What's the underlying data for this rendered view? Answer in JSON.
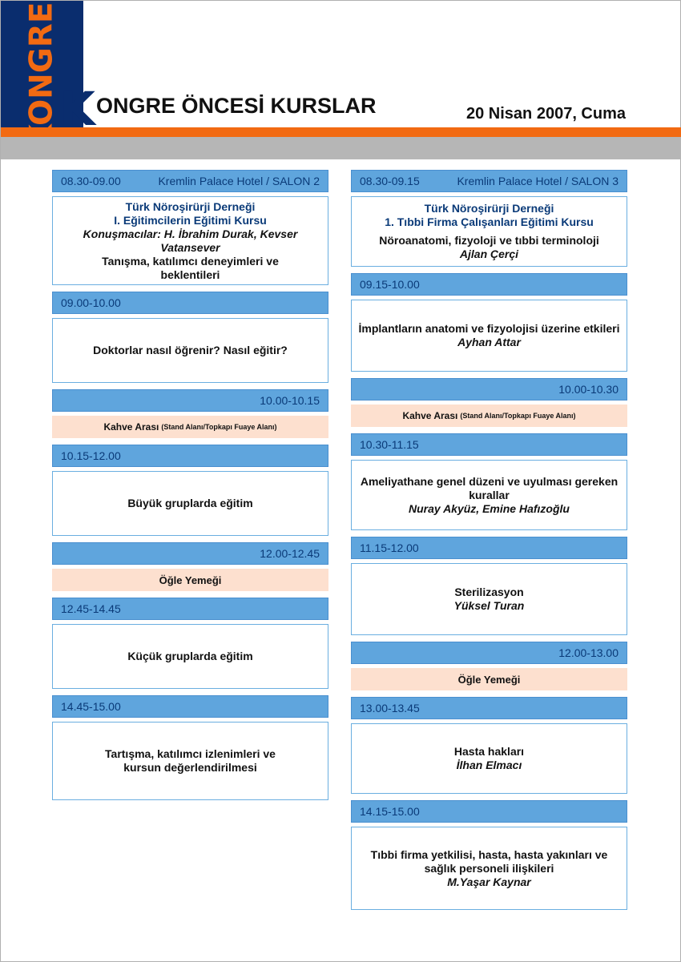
{
  "header": {
    "logo_text": "KONGRE",
    "title_initial": "K",
    "title_rest": "ONGRE ÖNCESİ KURSLAR",
    "date": "20 Nisan 2007, Cuma"
  },
  "colors": {
    "brand_navy": "#0a2d6e",
    "brand_orange": "#f26a12",
    "time_bar_blue": "#5fa5dd",
    "break_peach": "#fde0cf",
    "band_gray": "#b6b6b6"
  },
  "left": {
    "slot1": {
      "time": "08.30-09.00",
      "venue": "Kremlin Palace Hotel / SALON 2"
    },
    "box1": {
      "org": "Türk Nöroşirürji Derneği",
      "course": "I. Eğitimcilerin Eğitimi Kursu",
      "speakers": "Konuşmacılar: H. İbrahim Durak, Kevser  Vatansever",
      "topic_line1": "Tanışma, katılımcı deneyimleri ve",
      "topic_line2": "beklentileri"
    },
    "slot2": {
      "time": "09.00-10.00"
    },
    "box2": {
      "topic": "Doktorlar nasıl öğrenir? Nasıl eğitir?"
    },
    "slot3": {
      "time": "10.00-10.15"
    },
    "break1": {
      "label": "Kahve Arası",
      "detail": "(Stand Alanı/Topkapı Fuaye Alanı)"
    },
    "slot4": {
      "time": "10.15-12.00"
    },
    "box4": {
      "topic": "Büyük gruplarda eğitim"
    },
    "slot5": {
      "time": "12.00-12.45"
    },
    "break2": {
      "label": "Öğle Yemeği"
    },
    "slot6": {
      "time": "12.45-14.45"
    },
    "box6": {
      "topic": "Küçük gruplarda eğitim"
    },
    "slot7": {
      "time": "14.45-15.00"
    },
    "box7": {
      "line1": "Tartışma, katılımcı izlenimleri ve",
      "line2": "kursun değerlendirilmesi"
    }
  },
  "right": {
    "slot1": {
      "time": "08.30-09.15",
      "venue": "Kremlin Palace Hotel / SALON 3"
    },
    "box1": {
      "org": "Türk Nöroşirürji Derneği",
      "course": "1. Tıbbi Firma Çalışanları Eğitimi Kursu",
      "topic": "Nöroanatomi, fizyoloji ve tıbbi terminoloji",
      "speaker": "Ajlan Çerçi"
    },
    "slot2": {
      "time": "09.15-10.00"
    },
    "box2": {
      "topic": "İmplantların anatomi ve fizyolojisi üzerine etkileri",
      "speaker": "Ayhan Attar"
    },
    "slot3": {
      "time": "10.00-10.30"
    },
    "break1": {
      "label": "Kahve Arası",
      "detail": "(Stand Alanı/Topkapı Fuaye Alanı)"
    },
    "slot4": {
      "time": "10.30-11.15"
    },
    "box4": {
      "topic": "Ameliyathane genel düzeni ve uyulması gereken kurallar",
      "speaker": "Nuray Akyüz, Emine Hafızoğlu"
    },
    "slot5": {
      "time": "11.15-12.00"
    },
    "box5": {
      "topic": "Sterilizasyon",
      "speaker": "Yüksel Turan"
    },
    "slot6": {
      "time": "12.00-13.00"
    },
    "break2": {
      "label": "Öğle Yemeği"
    },
    "slot7": {
      "time": "13.00-13.45"
    },
    "box7": {
      "topic": "Hasta hakları",
      "speaker": "İlhan Elmacı"
    },
    "slot8": {
      "time": "14.15-15.00"
    },
    "box8": {
      "line1": "Tıbbi firma yetkilisi, hasta, hasta yakınları ve",
      "line2": "sağlık personeli ilişkileri",
      "speaker": "M.Yaşar Kaynar"
    }
  }
}
